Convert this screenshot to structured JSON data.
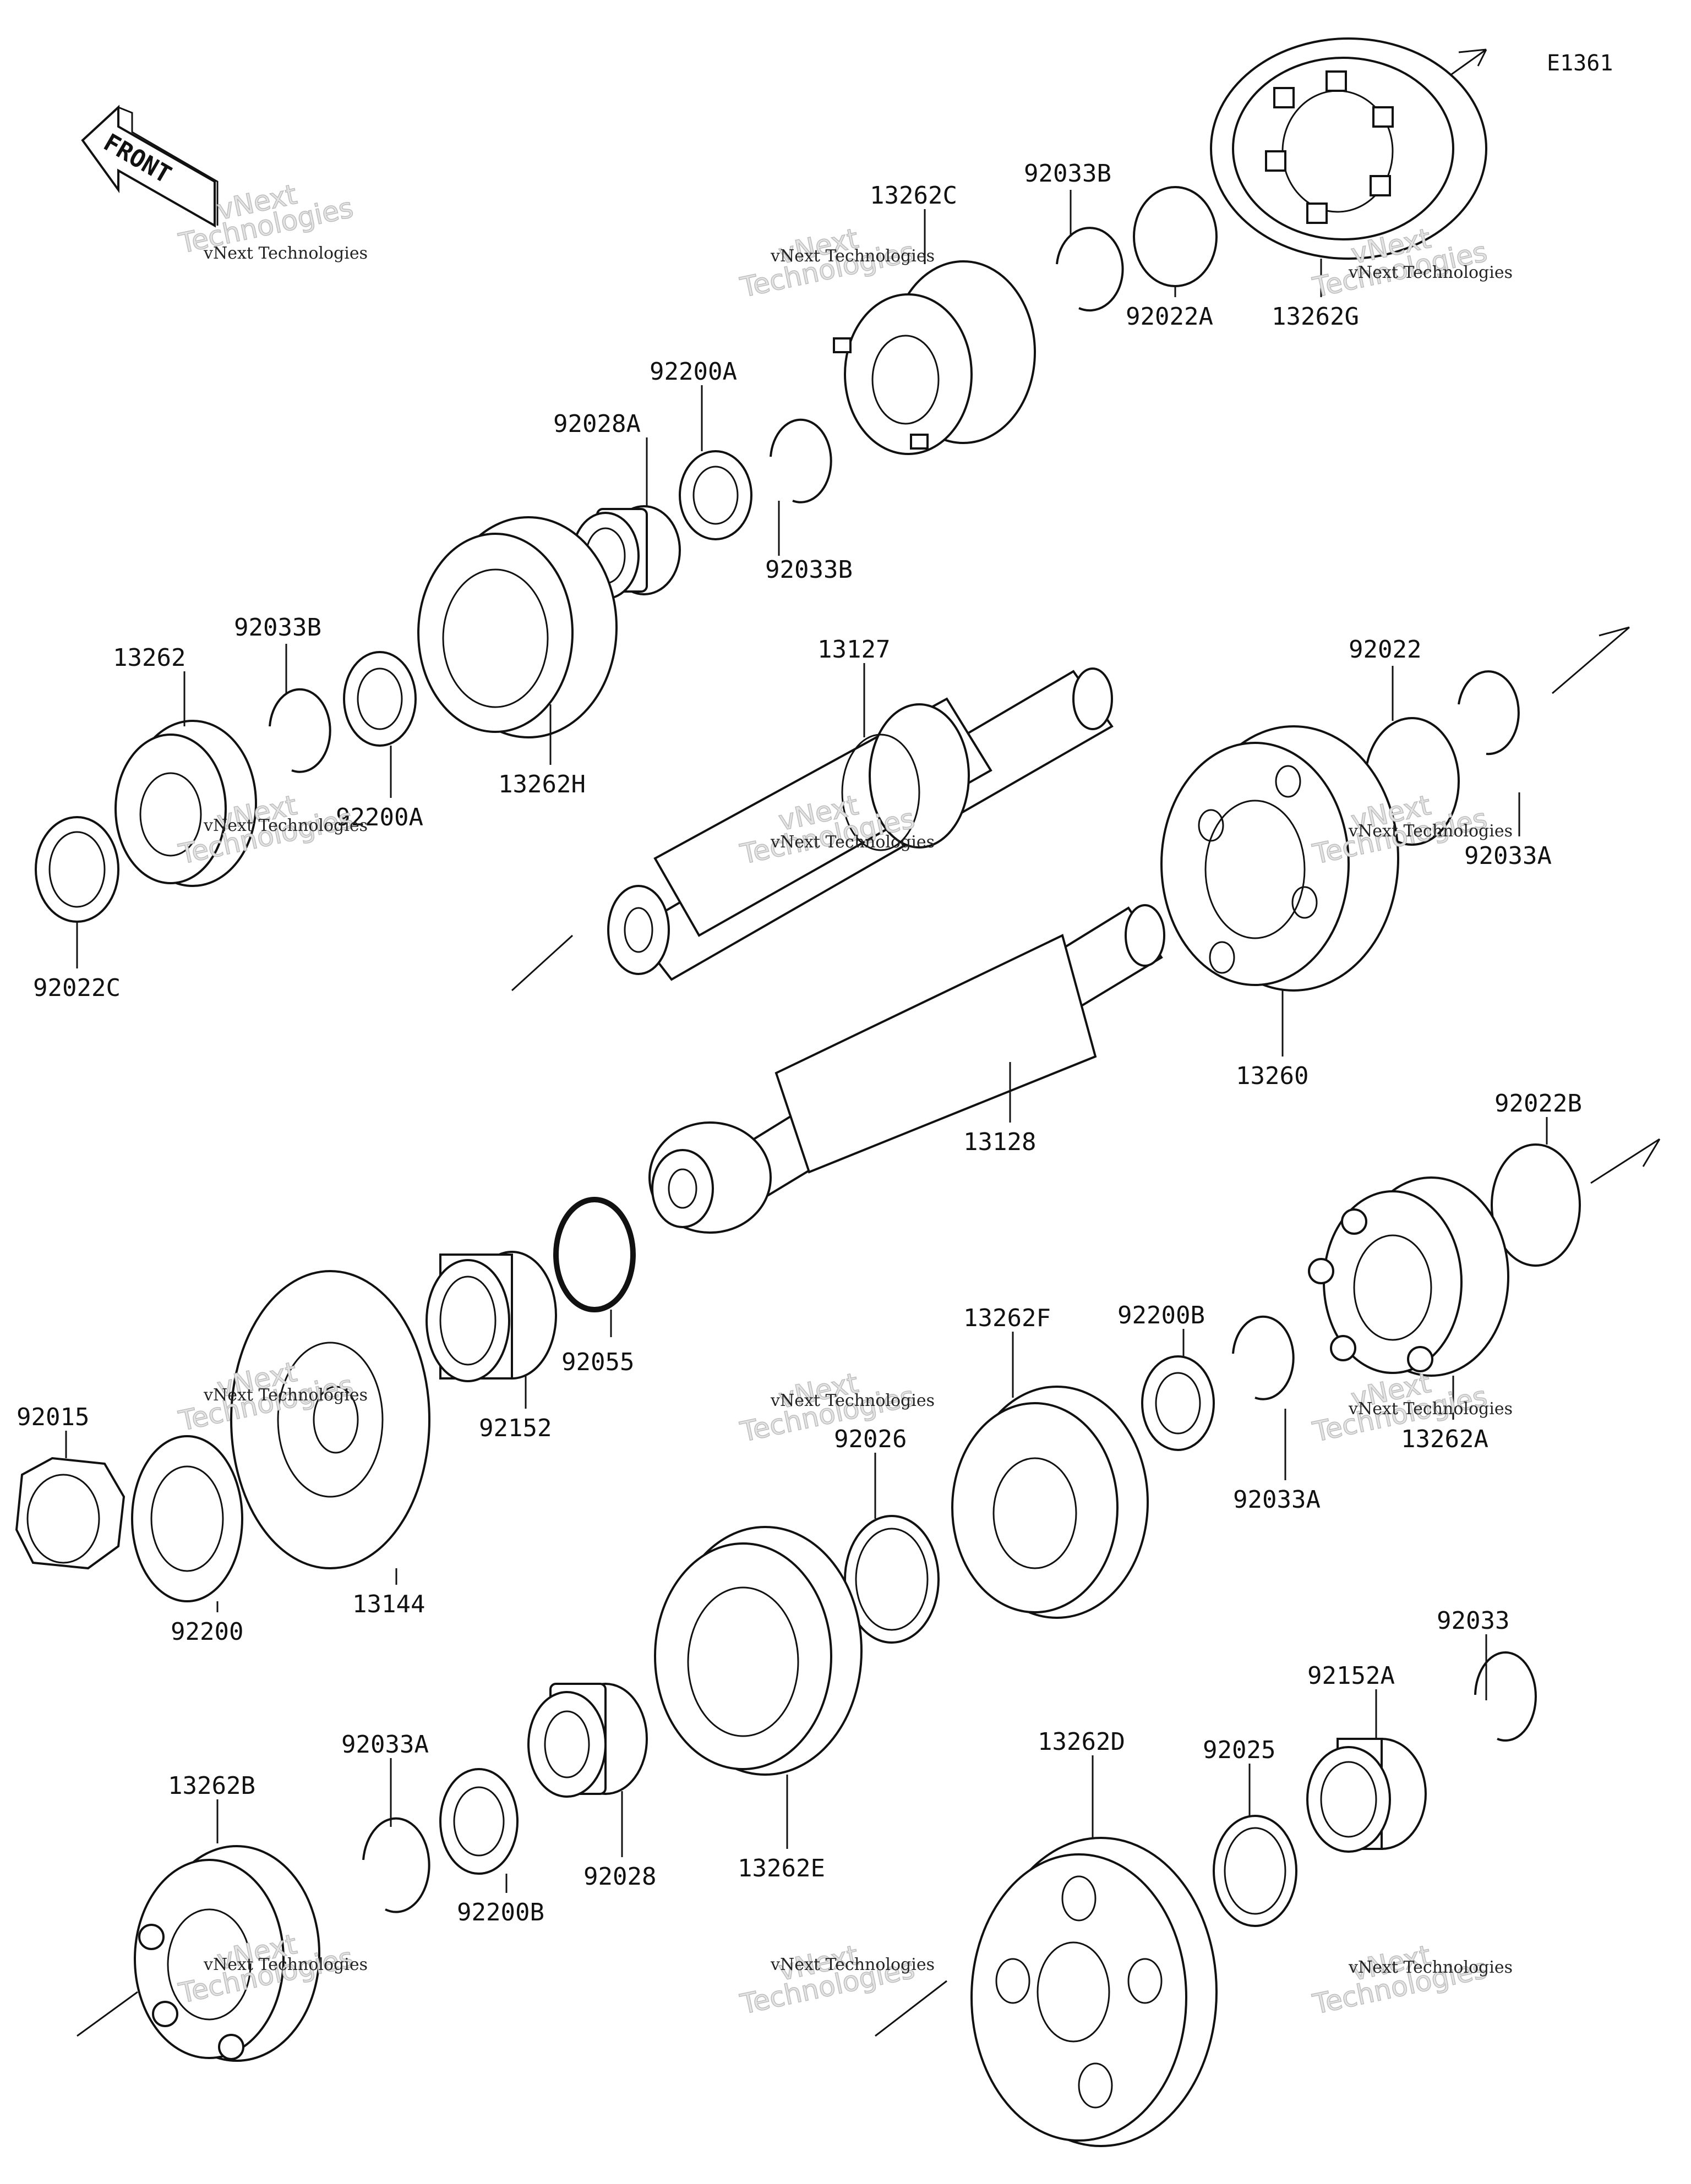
{
  "diagram": {
    "code": "E1361",
    "front_label": "FRONT",
    "watermark": {
      "line1": "vNext Technologies",
      "line2": "Technologies",
      "line3": "vNext"
    },
    "parts": [
      {
        "id": "13262C",
        "label": "13262C"
      },
      {
        "id": "92033B_top",
        "label": "92033B"
      },
      {
        "id": "92022A",
        "label": "92022A"
      },
      {
        "id": "13262G",
        "label": "13262G"
      },
      {
        "id": "92200A_top",
        "label": "92200A"
      },
      {
        "id": "92028A",
        "label": "92028A"
      },
      {
        "id": "92033B_mid",
        "label": "92033B"
      },
      {
        "id": "92033B_left",
        "label": "92033B"
      },
      {
        "id": "13262",
        "label": "13262"
      },
      {
        "id": "92200A_left",
        "label": "92200A"
      },
      {
        "id": "13262H",
        "label": "13262H"
      },
      {
        "id": "92022C",
        "label": "92022C"
      },
      {
        "id": "13127",
        "label": "13127"
      },
      {
        "id": "92022",
        "label": "92022"
      },
      {
        "id": "92033A_right",
        "label": "92033A"
      },
      {
        "id": "13260",
        "label": "13260"
      },
      {
        "id": "13128",
        "label": "13128"
      },
      {
        "id": "92022B",
        "label": "92022B"
      },
      {
        "id": "92055",
        "label": "92055"
      },
      {
        "id": "92152",
        "label": "92152"
      },
      {
        "id": "92015",
        "label": "92015"
      },
      {
        "id": "92200",
        "label": "92200"
      },
      {
        "id": "13144",
        "label": "13144"
      },
      {
        "id": "13262F",
        "label": "13262F"
      },
      {
        "id": "92200B_mid",
        "label": "92200B"
      },
      {
        "id": "92033A_mid",
        "label": "92033A"
      },
      {
        "id": "13262A",
        "label": "13262A"
      },
      {
        "id": "92026",
        "label": "92026"
      },
      {
        "id": "13262E",
        "label": "13262E"
      },
      {
        "id": "92028",
        "label": "92028"
      },
      {
        "id": "92033A_low",
        "label": "92033A"
      },
      {
        "id": "92200B_low",
        "label": "92200B"
      },
      {
        "id": "13262B",
        "label": "13262B"
      },
      {
        "id": "13262D",
        "label": "13262D"
      },
      {
        "id": "92025",
        "label": "92025"
      },
      {
        "id": "92152A",
        "label": "92152A"
      },
      {
        "id": "92033",
        "label": "92033"
      }
    ]
  }
}
